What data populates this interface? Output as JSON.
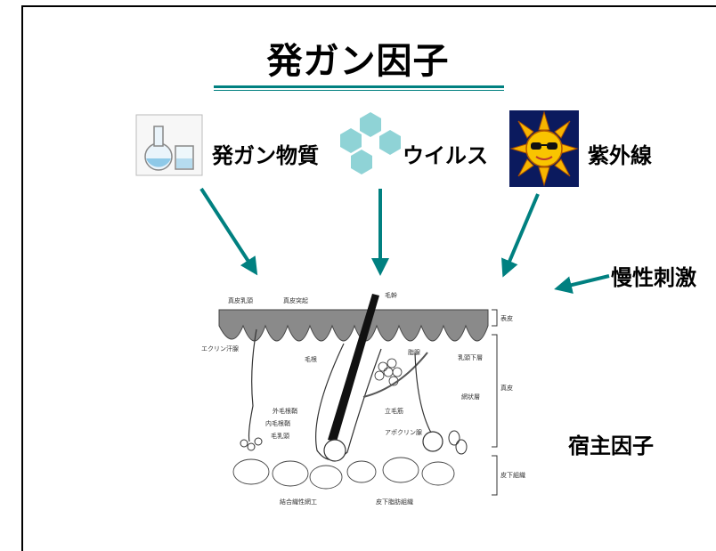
{
  "title": "発ガン因子",
  "factors": {
    "carcinogen": "発ガン物質",
    "virus": "ウイルス",
    "uv": "紫外線",
    "chronic": "慢性刺激",
    "host": "宿主因子"
  },
  "skin_labels": {
    "papilla": "真皮乳頭",
    "ridge": "真皮突起",
    "shaft": "毛幹",
    "epidermis": "表皮",
    "hair_root": "毛根",
    "sebaceous": "脂腺",
    "eccrine": "エクリン汗腺",
    "subpapillary": "乳頭下層",
    "reticular": "網状層",
    "dermis": "真皮",
    "outer_sheath": "外毛根鞘",
    "inner_sheath": "内毛根鞘",
    "papilla_hair": "毛乳頭",
    "arrector": "立毛筋",
    "apocrine": "アポクリン腺",
    "subcutis": "皮下組織",
    "connective": "結合織性網工",
    "fat": "皮下脂肪組織"
  },
  "colors": {
    "accent": "#008080",
    "hex": "#8fd3d6"
  }
}
